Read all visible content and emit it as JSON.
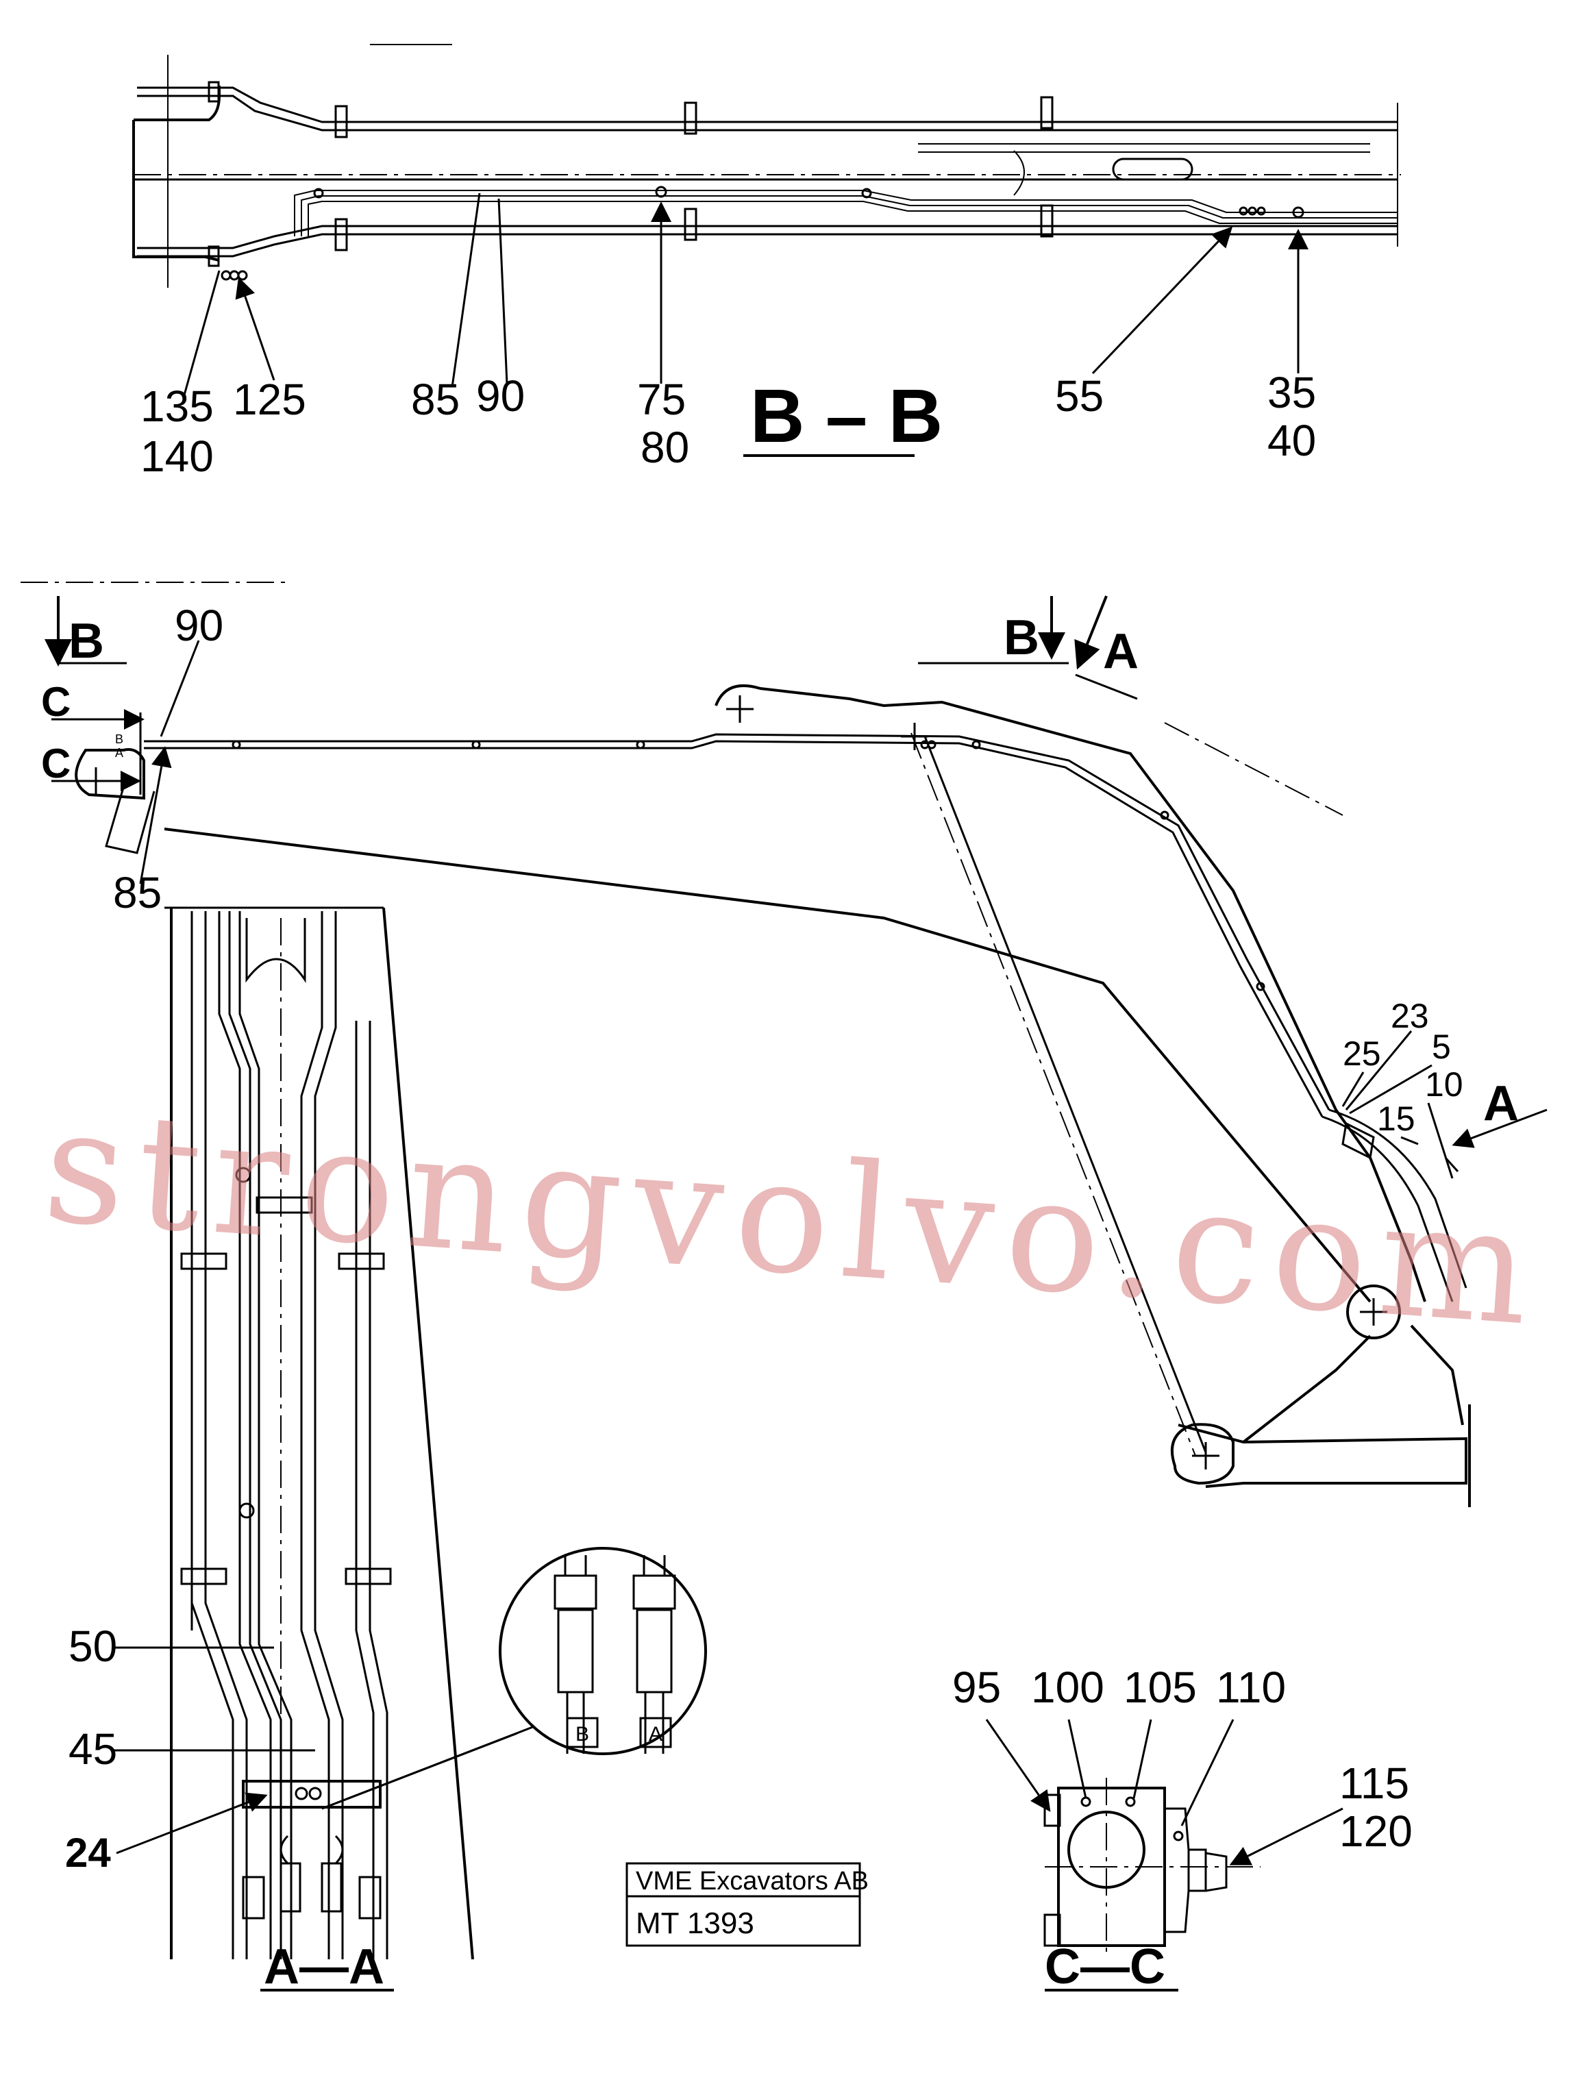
{
  "sections": {
    "bb": "B – B",
    "aa": "A—A",
    "cc": "C—C"
  },
  "view_markers": {
    "b_left": "B",
    "b_right": "B",
    "a_top": "A",
    "a_right": "A",
    "c_top": "C",
    "c_bottom": "C"
  },
  "callouts_bb": {
    "c135": "135",
    "c140": "140",
    "c125": "125",
    "c85": "85",
    "c90": "90",
    "c75": "75",
    "c80": "80",
    "c55": "55",
    "c35": "35",
    "c40": "40"
  },
  "callouts_side": {
    "c90": "90",
    "c85": "85",
    "c25": "25",
    "c23": "23",
    "c5": "5",
    "c10": "10",
    "c15": "15",
    "port_b": "B",
    "port_a": "A"
  },
  "callouts_aa": {
    "c50": "50",
    "c45": "45",
    "c24": "24",
    "tag_b": "B",
    "tag_a": "A"
  },
  "callouts_cc": {
    "c95": "95",
    "c100": "100",
    "c105": "105",
    "c110": "110",
    "c115": "115",
    "c120": "120"
  },
  "title_block": {
    "company": "VME Excavators AB",
    "drawing_no": "MT 1393"
  },
  "watermark": "strongvolvo.com"
}
